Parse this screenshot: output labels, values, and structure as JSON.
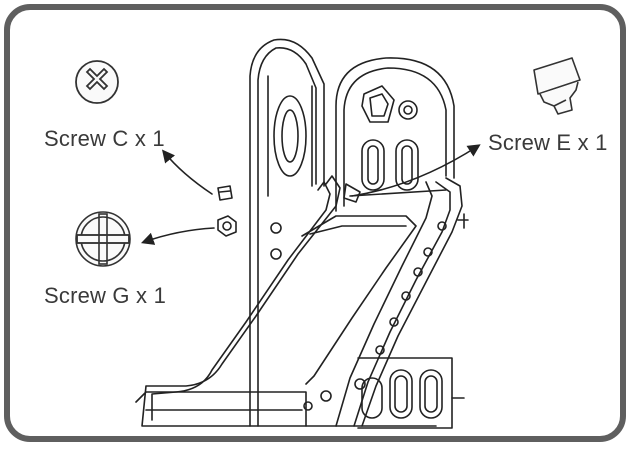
{
  "labels": {
    "screw_c": "Screw C x 1",
    "screw_g": "Screw G x 1",
    "screw_e": "Screw E x 1"
  },
  "icons": [
    "screw-c-icon",
    "screw-g-icon",
    "screw-e-icon",
    "slide-assembly-drawing"
  ],
  "colors": {
    "frame": "#5f5f5f",
    "line": "#222222",
    "text": "#3a3a3a"
  }
}
